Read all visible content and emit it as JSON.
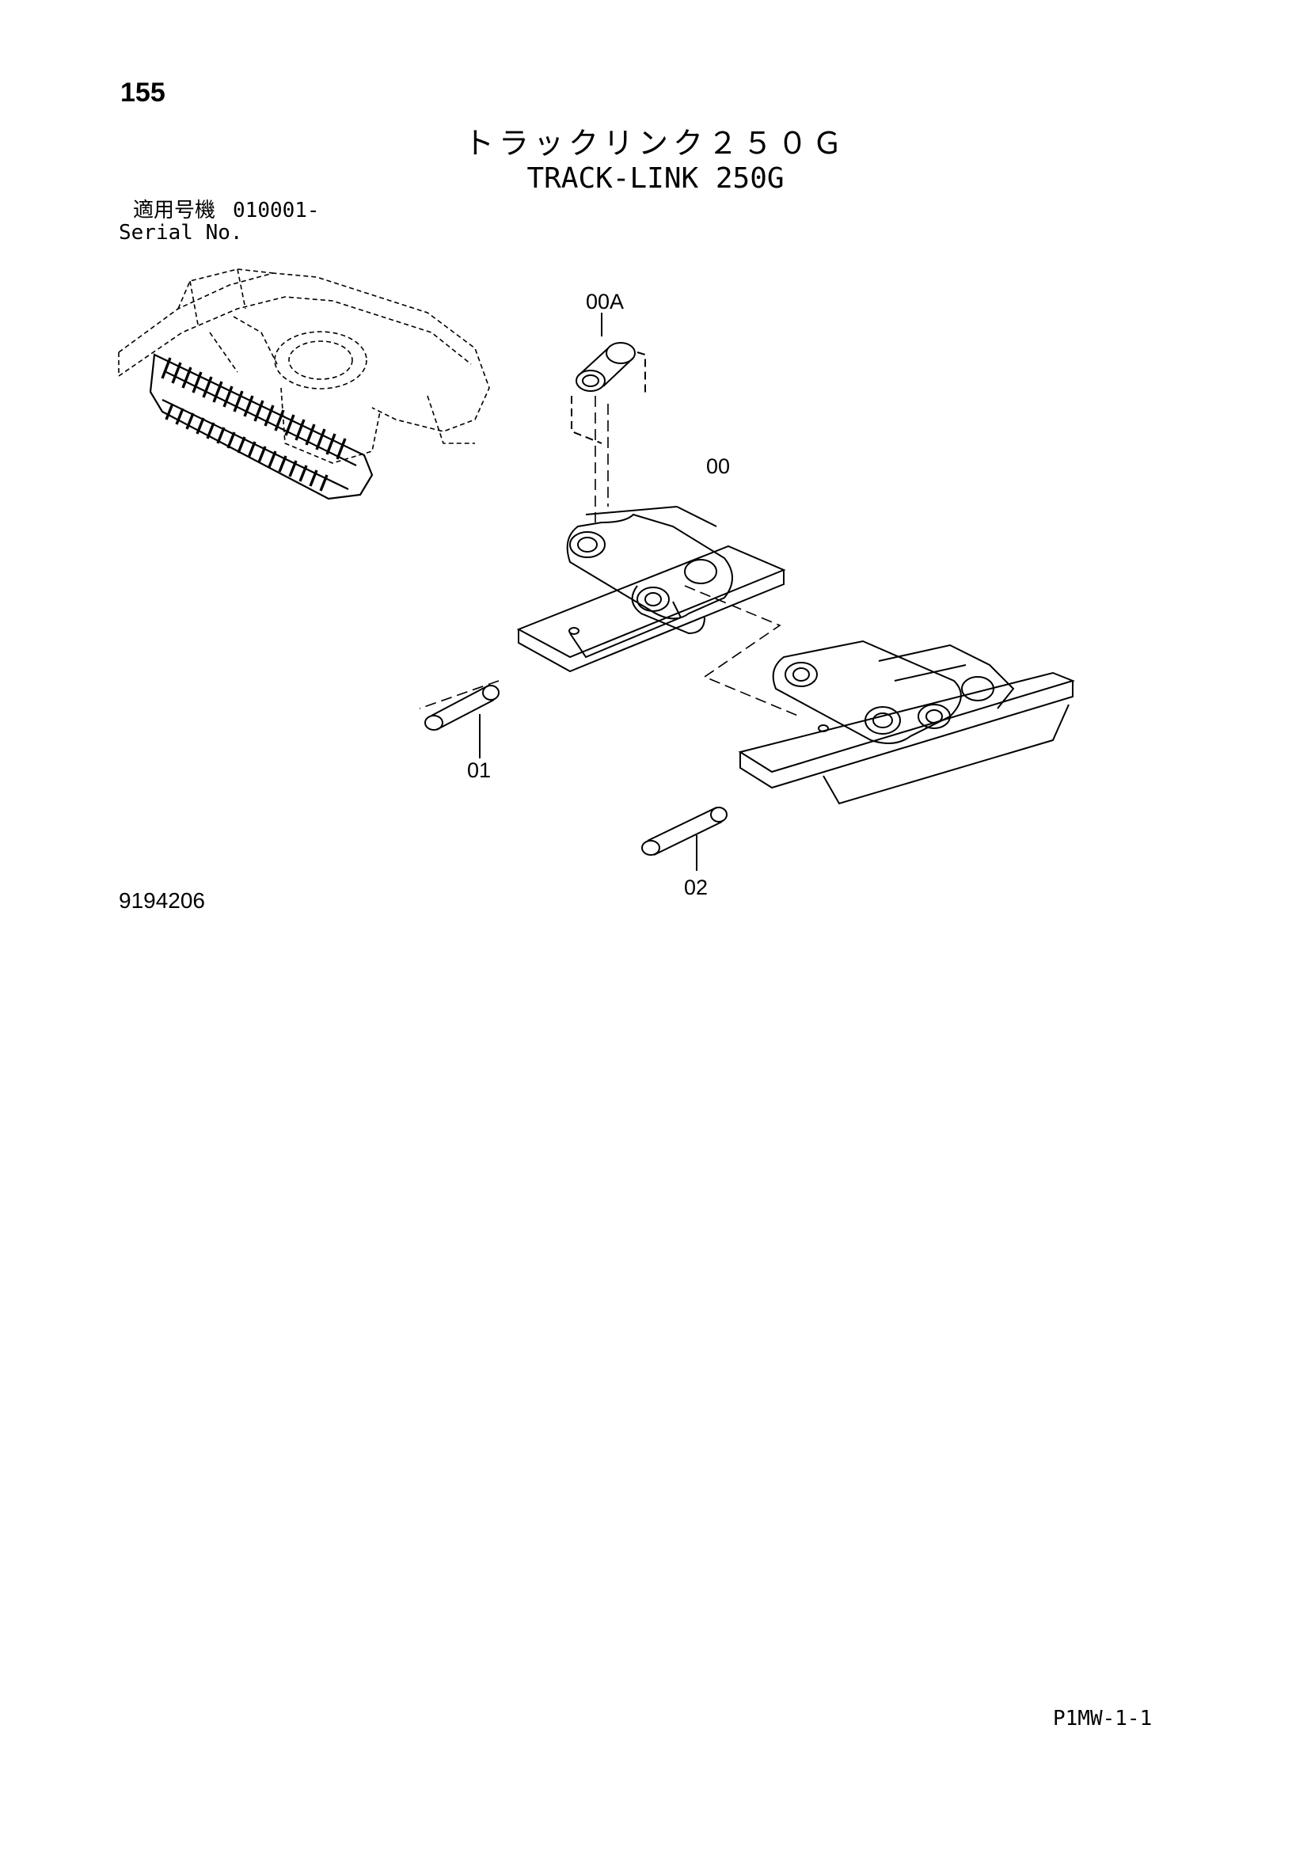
{
  "header": {
    "page_number": "155",
    "title_jp": "トラックリンク２５０Ｇ",
    "title_en": "TRACK-LINK 250G",
    "serial_label_jp": "適用号機",
    "serial_range": "010001-",
    "serial_label_en": "Serial No."
  },
  "callouts": {
    "bushing": "00A",
    "link": "00",
    "pin_a": "01",
    "pin_b": "02"
  },
  "footer": {
    "drawing_number": "9194206",
    "page_code": "P1MW-1-1"
  }
}
